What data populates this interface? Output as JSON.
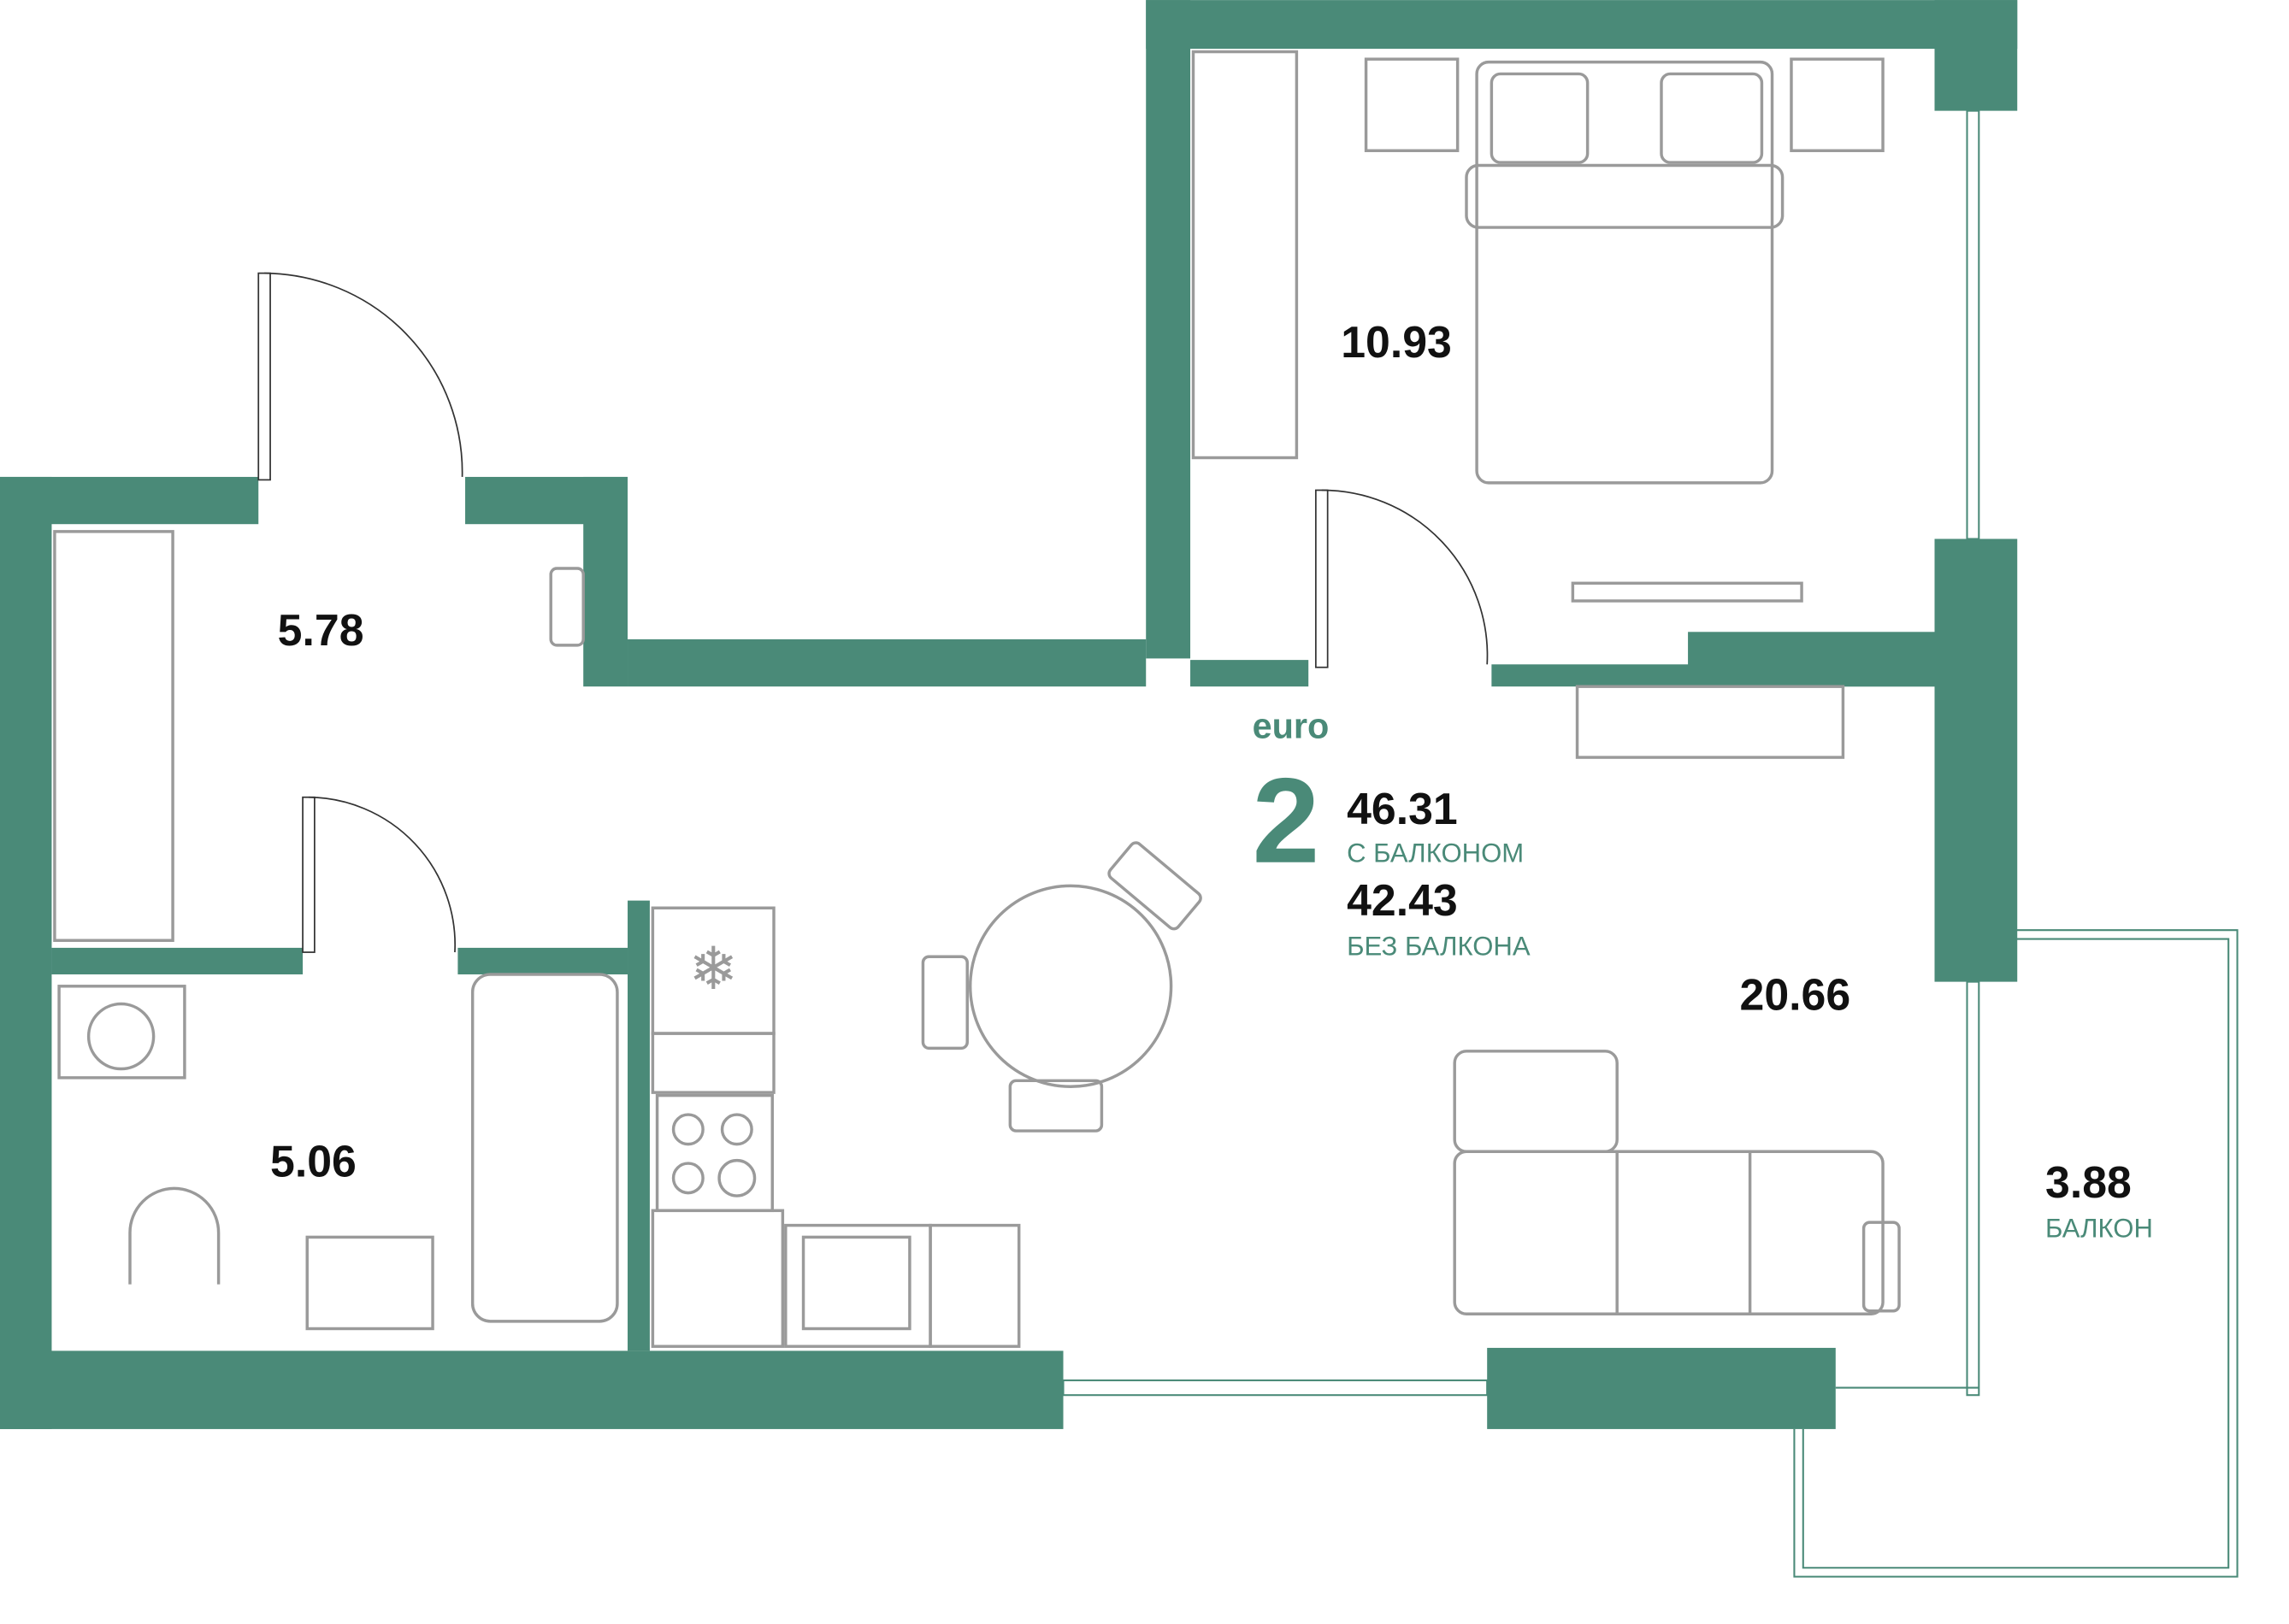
{
  "plan": {
    "type_prefix": "euro",
    "rooms_count": "2",
    "total_with_balcony": "46.31",
    "with_balcony_label": "С БАЛКОНОМ",
    "total_without_balcony": "42.43",
    "without_balcony_label": "БЕЗ БАЛКОНА",
    "accent_color": "#4a8a78"
  },
  "rooms": {
    "bedroom": "10.93",
    "hall": "5.78",
    "bathroom": "5.06",
    "living_kitchen": "20.66",
    "balcony": "3.88",
    "balcony_label": "БАЛКОН"
  }
}
